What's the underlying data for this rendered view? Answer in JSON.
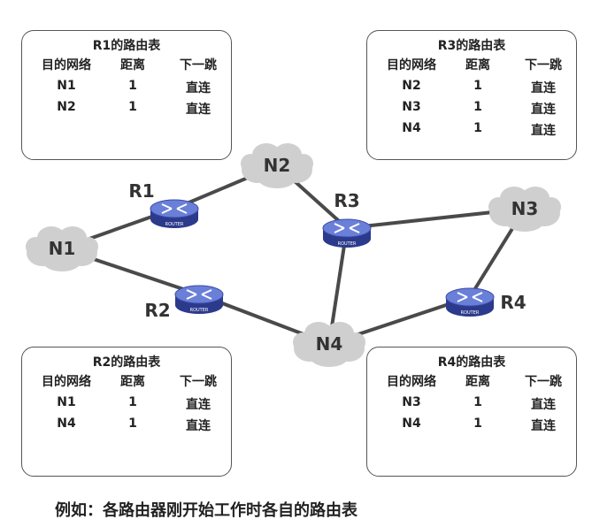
{
  "caption": "例如：各路由器刚开始工作时各自的路由表",
  "headers": {
    "net": "目的网络",
    "dist": "距离",
    "hop": "下一跳"
  },
  "tables": {
    "r1": {
      "title": "R1的路由表",
      "rows": [
        {
          "net": "N1",
          "dist": "1",
          "hop": "直连"
        },
        {
          "net": "N2",
          "dist": "1",
          "hop": "直连"
        }
      ]
    },
    "r2": {
      "title": "R2的路由表",
      "rows": [
        {
          "net": "N1",
          "dist": "1",
          "hop": "直连"
        },
        {
          "net": "N4",
          "dist": "1",
          "hop": "直连"
        }
      ]
    },
    "r3": {
      "title": "R3的路由表",
      "rows": [
        {
          "net": "N2",
          "dist": "1",
          "hop": "直连"
        },
        {
          "net": "N3",
          "dist": "1",
          "hop": "直连"
        },
        {
          "net": "N4",
          "dist": "1",
          "hop": "直连"
        }
      ]
    },
    "r4": {
      "title": "R4的路由表",
      "rows": [
        {
          "net": "N3",
          "dist": "1",
          "hop": "直连"
        },
        {
          "net": "N4",
          "dist": "1",
          "hop": "直连"
        }
      ]
    }
  },
  "routers": [
    {
      "id": "R1",
      "label": "R1"
    },
    {
      "id": "R2",
      "label": "R2"
    },
    {
      "id": "R3",
      "label": "R3"
    },
    {
      "id": "R4",
      "label": "R4"
    }
  ],
  "networks": [
    {
      "id": "N1",
      "label": "N1"
    },
    {
      "id": "N2",
      "label": "N2"
    },
    {
      "id": "N3",
      "label": "N3"
    },
    {
      "id": "N4",
      "label": "N4"
    }
  ],
  "links": [
    [
      "N1",
      "R1"
    ],
    [
      "R1",
      "N2"
    ],
    [
      "N2",
      "R3"
    ],
    [
      "R3",
      "N3"
    ],
    [
      "R3",
      "N4"
    ],
    [
      "N1",
      "R2"
    ],
    [
      "R2",
      "N4"
    ],
    [
      "N4",
      "R4"
    ],
    [
      "R4",
      "N3"
    ]
  ],
  "router_icon_text": "ROUTER",
  "colors": {
    "router_top": "#6a7fd8",
    "router_side": "#2c3a8c",
    "cloud": "#cfcfcf",
    "link": "#4a4a4a"
  }
}
